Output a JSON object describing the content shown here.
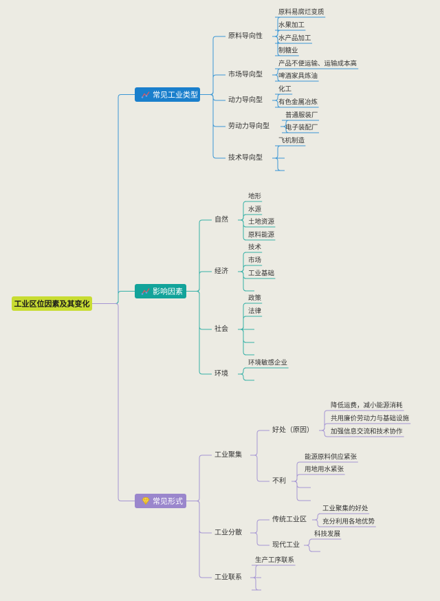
{
  "root": {
    "label": "工业区位因素及其变化",
    "color": "#c8dc32"
  },
  "branches": [
    {
      "label": "常见工业类型",
      "icon": "chart-icon",
      "color": "#1a7fcc",
      "line_color": "#3a96d4",
      "items": [
        {
          "label": "原料导向性",
          "children": [
            "原料易腐烂变质",
            "水果加工",
            "水产品加工",
            "制糖业"
          ]
        },
        {
          "label": "市场导向型",
          "children": [
            "产品不便运输、运输成本高",
            "啤酒家具炼油"
          ]
        },
        {
          "label": "动力导向型",
          "children": [
            "化工",
            "有色金属冶炼"
          ]
        },
        {
          "label": "劳动力导向型",
          "children": [
            "普通服装厂",
            "电子装配厂"
          ]
        },
        {
          "label": "技术导向型",
          "children": [
            "飞机制造",
            "",
            ""
          ]
        }
      ]
    },
    {
      "label": "影响因素",
      "icon": "chart-icon",
      "color": "#12a39a",
      "line_color": "#35b0a6",
      "items": [
        {
          "label": "自然",
          "children": [
            "地形",
            "水源",
            "土地资源",
            "原料能源"
          ]
        },
        {
          "label": "经济",
          "children": [
            "技术",
            "市场",
            "工业基础",
            ""
          ]
        },
        {
          "label": "社会",
          "children": [
            "政策",
            "法律",
            "",
            "",
            ""
          ]
        },
        {
          "label": "环境",
          "children": [
            "环境敏感企业",
            ""
          ]
        }
      ]
    },
    {
      "label": "常见形式",
      "icon": "diamond-icon",
      "color": "#9a86cc",
      "line_color": "#a595d3",
      "items": [
        {
          "label": "工业聚集",
          "children": [
            {
              "label": "好处（原因）",
              "children": [
                "降低运费，减小能源消耗",
                "共用廉价劳动力与基础设施",
                "加强信息交流和技术协作"
              ]
            },
            {
              "label": "不利",
              "children": [
                "能源原料供应紧张",
                "用地用水紧张",
                "",
                ""
              ]
            }
          ]
        },
        {
          "label": "工业分散",
          "children": [
            {
              "label": "传统工业区",
              "children": [
                "工业聚集的好处",
                "充分利用各地优势"
              ]
            },
            {
              "label": "现代工业",
              "children": [
                "科技发展",
                ""
              ]
            }
          ]
        },
        {
          "label": "工业联系",
          "children": [
            "生产工序联系",
            "",
            ""
          ]
        }
      ]
    }
  ]
}
